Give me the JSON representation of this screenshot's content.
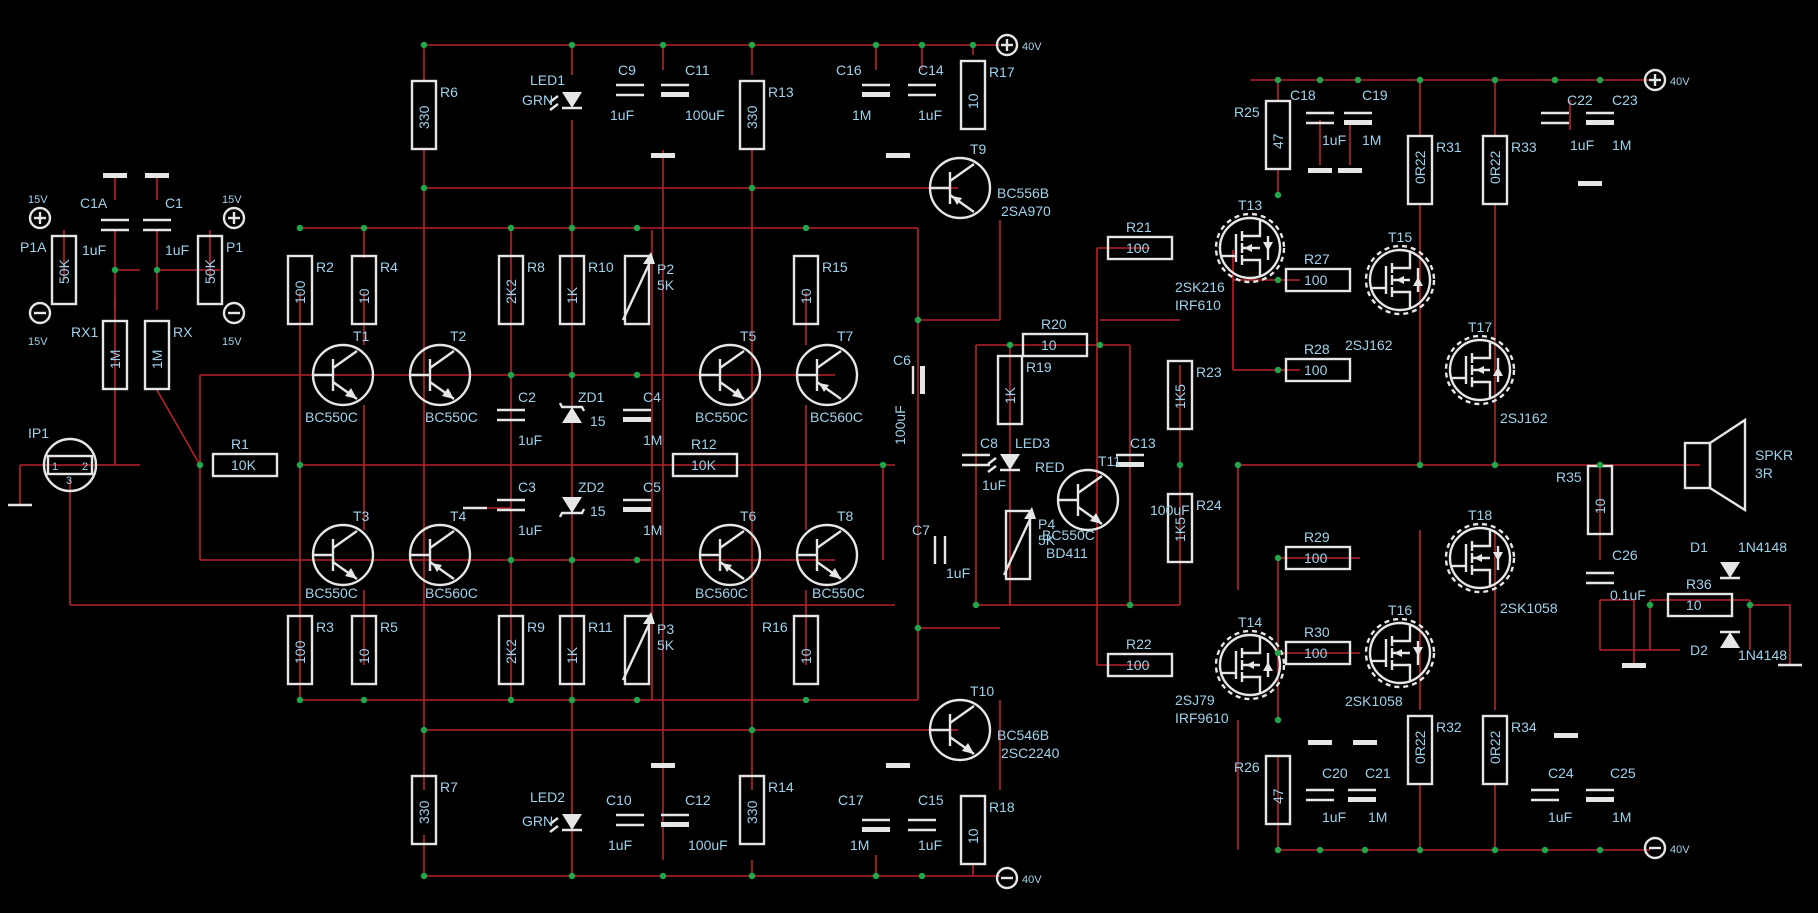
{
  "rails": {
    "pos_main": "40V",
    "neg_main": "40V",
    "pos_out": "40V",
    "neg_out": "40V",
    "in_pos_left": "15V",
    "in_neg_left": "15V",
    "in_pos_right": "15V",
    "in_neg_right": "15V"
  },
  "input": {
    "connector": "IP1",
    "pin1": "1",
    "pin2": "2",
    "pin3": "3"
  },
  "resistors": [
    {
      "name": "R6",
      "value": "330"
    },
    {
      "name": "R13",
      "value": "330"
    },
    {
      "name": "R17",
      "value": "10"
    },
    {
      "name": "R2",
      "value": "100"
    },
    {
      "name": "R4",
      "value": "10"
    },
    {
      "name": "R8",
      "value": "2K2"
    },
    {
      "name": "R10",
      "value": "1K"
    },
    {
      "name": "R15",
      "value": "10"
    },
    {
      "name": "P2",
      "value": "5K"
    },
    {
      "name": "P1A",
      "value": "50K"
    },
    {
      "name": "P1",
      "value": "50K"
    },
    {
      "name": "RX1",
      "value": "1M"
    },
    {
      "name": "RX",
      "value": "1M"
    },
    {
      "name": "R1",
      "value": "10K"
    },
    {
      "name": "R12",
      "value": "10K"
    },
    {
      "name": "R3",
      "value": "100"
    },
    {
      "name": "R5",
      "value": "10"
    },
    {
      "name": "R9",
      "value": "2K2"
    },
    {
      "name": "R11",
      "value": "1K"
    },
    {
      "name": "P3",
      "value": "5K"
    },
    {
      "name": "R16",
      "value": "10"
    },
    {
      "name": "R7",
      "value": "330"
    },
    {
      "name": "R14",
      "value": "330"
    },
    {
      "name": "R18",
      "value": "10"
    },
    {
      "name": "R20",
      "value": "10"
    },
    {
      "name": "R19",
      "value": "1K"
    },
    {
      "name": "P4",
      "value": "5K"
    },
    {
      "name": "R23",
      "value": "1K5"
    },
    {
      "name": "R24",
      "value": "1K5"
    },
    {
      "name": "R21",
      "value": "100"
    },
    {
      "name": "R22",
      "value": "100"
    },
    {
      "name": "R25",
      "value": "47"
    },
    {
      "name": "R26",
      "value": "47"
    },
    {
      "name": "R27",
      "value": "100"
    },
    {
      "name": "R28",
      "value": "100"
    },
    {
      "name": "R29",
      "value": "100"
    },
    {
      "name": "R30",
      "value": "100"
    },
    {
      "name": "R31",
      "value": "0R22"
    },
    {
      "name": "R33",
      "value": "0R22"
    },
    {
      "name": "R32",
      "value": "0R22"
    },
    {
      "name": "R34",
      "value": "0R22"
    },
    {
      "name": "R35",
      "value": "10"
    },
    {
      "name": "R36",
      "value": "10"
    }
  ],
  "capacitors": [
    {
      "name": "C9",
      "value": "1uF"
    },
    {
      "name": "C11",
      "value": "100uF"
    },
    {
      "name": "C16",
      "value": "1M"
    },
    {
      "name": "C14",
      "value": "1uF"
    },
    {
      "name": "C1A",
      "value": "1uF"
    },
    {
      "name": "C1",
      "value": "1uF"
    },
    {
      "name": "C2",
      "value": "1uF"
    },
    {
      "name": "C3",
      "value": "1uF"
    },
    {
      "name": "C4",
      "value": "1M"
    },
    {
      "name": "C5",
      "value": "1M"
    },
    {
      "name": "C6",
      "value": "100uF"
    },
    {
      "name": "C7",
      "value": "1uF"
    },
    {
      "name": "C8",
      "value": "1uF"
    },
    {
      "name": "C13",
      "value": "100uF"
    },
    {
      "name": "C10",
      "value": "1uF"
    },
    {
      "name": "C12",
      "value": "100uF"
    },
    {
      "name": "C17",
      "value": "1M"
    },
    {
      "name": "C15",
      "value": "1uF"
    },
    {
      "name": "C18",
      "value": "1uF"
    },
    {
      "name": "C19",
      "value": "1M"
    },
    {
      "name": "C22",
      "value": "1uF"
    },
    {
      "name": "C23",
      "value": "1M"
    },
    {
      "name": "C20",
      "value": "1uF"
    },
    {
      "name": "C21",
      "value": "1M"
    },
    {
      "name": "C24",
      "value": "1uF"
    },
    {
      "name": "C25",
      "value": "1M"
    },
    {
      "name": "C26",
      "value": "0.1uF"
    }
  ],
  "transistors": [
    {
      "name": "T1",
      "type": "BC550C"
    },
    {
      "name": "T2",
      "type": "BC550C"
    },
    {
      "name": "T3",
      "type": "BC550C"
    },
    {
      "name": "T4",
      "type": "BC560C"
    },
    {
      "name": "T5",
      "type": "BC550C"
    },
    {
      "name": "T7",
      "type": "BC560C"
    },
    {
      "name": "T6",
      "type": "BC560C"
    },
    {
      "name": "T8",
      "type": "BC550C"
    },
    {
      "name": "T9",
      "type": "BC556B",
      "alt": "2SA970"
    },
    {
      "name": "T10",
      "type": "BC546B",
      "alt": "2SC2240"
    },
    {
      "name": "T11",
      "type": "BC550C",
      "alt": "BD411"
    },
    {
      "name": "T13",
      "type": "2SK216",
      "alt": "IRF610"
    },
    {
      "name": "T14",
      "type": "2SJ79",
      "alt": "IRF9610"
    },
    {
      "name": "T15",
      "type": "2SJ162"
    },
    {
      "name": "T17",
      "type": "2SJ162"
    },
    {
      "name": "T18",
      "type": "2SK1058"
    },
    {
      "name": "T16",
      "type": "2SK1058"
    }
  ],
  "diodes": [
    {
      "name": "LED1",
      "value": "GRN"
    },
    {
      "name": "LED2",
      "value": "GRN"
    },
    {
      "name": "LED3",
      "value": "RED"
    },
    {
      "name": "ZD1",
      "value": "15"
    },
    {
      "name": "ZD2",
      "value": "15"
    },
    {
      "name": "D1",
      "value": "1N4148"
    },
    {
      "name": "D2",
      "value": "1N4148"
    }
  ],
  "speaker": {
    "name": "SPKR",
    "value": "3R"
  },
  "colors": {
    "background": "#000000",
    "wire": "#b8232b",
    "component": "#e6e6e6",
    "label": "#9fd2ea",
    "junction": "#1fa84a"
  }
}
